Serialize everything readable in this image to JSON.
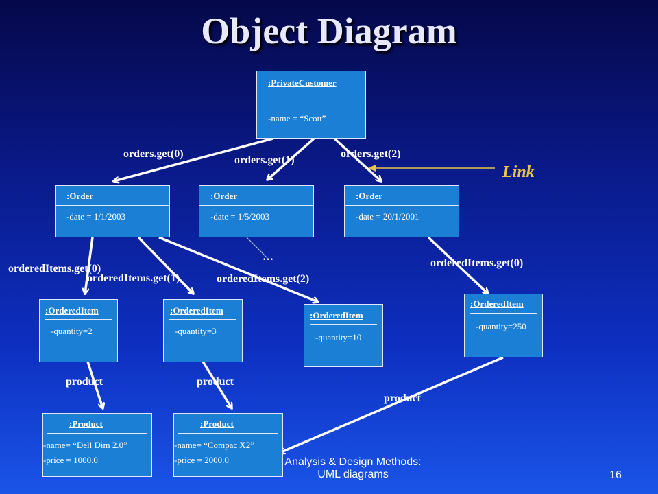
{
  "title": "Object Diagram",
  "private_customer": {
    "name": ":PrivateCustomer",
    "attr": "-name = “Scott”"
  },
  "orders": [
    {
      "name": ":Order",
      "attr": "-date = 1/1/2003"
    },
    {
      "name": ":Order",
      "attr": "-date = 1/5/2003"
    },
    {
      "name": ":Order",
      "attr": "-date = 20/1/2001"
    }
  ],
  "ordered_items": [
    {
      "name": ":OrderedItem",
      "attr": "-quantity=2"
    },
    {
      "name": ":OrderedItem",
      "attr": "-quantity=3"
    },
    {
      "name": ":OrderedItem",
      "attr": "-quantity=10"
    },
    {
      "name": ":OrderedItem",
      "attr": "-quantity=250"
    }
  ],
  "products": [
    {
      "name": ":Product",
      "attr1": "-name= “Dell Dim 2.0”",
      "attr2": "-price = 1000.0"
    },
    {
      "name": ":Product",
      "attr1": "-name= “Compac X2”",
      "attr2": "-price = 2000.0"
    }
  ],
  "labels": {
    "orders_get_0": "orders.get(0)",
    "orders_get_1": "orders.get(1)",
    "orders_get_2": "orders.get(2)",
    "link": "Link",
    "ordered_items_get_0_left": "orderedItems.get(0)",
    "ordered_items_get_1": "orderedItems.get(1)",
    "ordered_items_get_2": "orderedItems.get(2)",
    "ordered_items_get_0_right": "orderedItems.get(0)",
    "ellipsis": "…",
    "product_1": "product",
    "product_2": "product",
    "product_3": "product"
  },
  "footer": {
    "line1": "Analysis & Design Methods:",
    "line2": "UML diagrams",
    "page_number": "16"
  },
  "colors": {
    "box_fill": "#1b7fd6",
    "link_note": "#e8c44a",
    "arrow": "#ffffff"
  }
}
